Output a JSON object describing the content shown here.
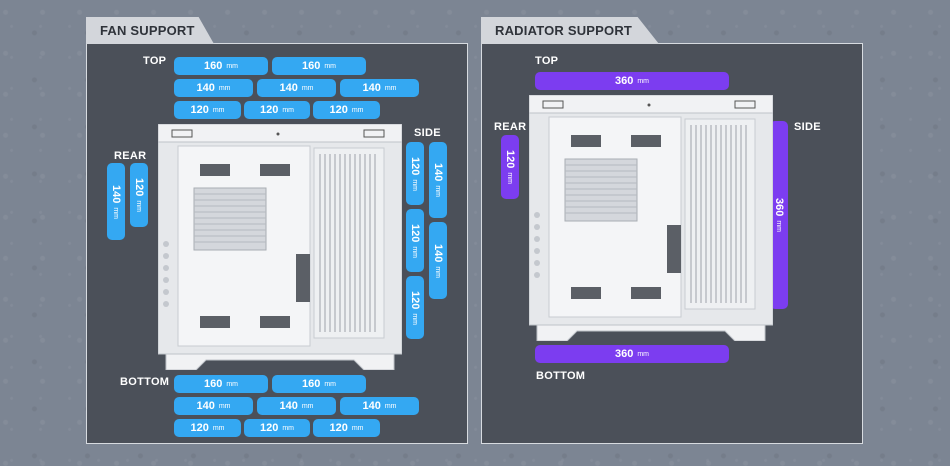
{
  "fan_support": {
    "title": "FAN SUPPORT",
    "labels": {
      "top": "TOP",
      "rear": "REAR",
      "side": "SIDE",
      "bottom": "BOTTOM"
    },
    "top": [
      {
        "size": "160",
        "unit": "mm"
      },
      {
        "size": "160",
        "unit": "mm"
      },
      {
        "size": "140",
        "unit": "mm"
      },
      {
        "size": "140",
        "unit": "mm"
      },
      {
        "size": "140",
        "unit": "mm"
      },
      {
        "size": "120",
        "unit": "mm"
      },
      {
        "size": "120",
        "unit": "mm"
      },
      {
        "size": "120",
        "unit": "mm"
      }
    ],
    "rear": [
      {
        "size": "140",
        "unit": "mm"
      },
      {
        "size": "120",
        "unit": "mm"
      }
    ],
    "side": [
      {
        "size": "120",
        "unit": "mm"
      },
      {
        "size": "140",
        "unit": "mm"
      },
      {
        "size": "120",
        "unit": "mm"
      },
      {
        "size": "140",
        "unit": "mm"
      },
      {
        "size": "120",
        "unit": "mm"
      }
    ],
    "bottom": [
      {
        "size": "160",
        "unit": "mm"
      },
      {
        "size": "160",
        "unit": "mm"
      },
      {
        "size": "140",
        "unit": "mm"
      },
      {
        "size": "140",
        "unit": "mm"
      },
      {
        "size": "140",
        "unit": "mm"
      },
      {
        "size": "120",
        "unit": "mm"
      },
      {
        "size": "120",
        "unit": "mm"
      },
      {
        "size": "120",
        "unit": "mm"
      }
    ]
  },
  "radiator_support": {
    "title": "RADIATOR SUPPORT",
    "labels": {
      "top": "TOP",
      "rear": "REAR",
      "side": "SIDE",
      "bottom": "BOTTOM"
    },
    "top": {
      "size": "360",
      "unit": "mm"
    },
    "rear": {
      "size": "120",
      "unit": "mm"
    },
    "side": {
      "size": "360",
      "unit": "mm"
    },
    "bottom": {
      "size": "360",
      "unit": "mm"
    }
  },
  "colors": {
    "fan_pill": "#34a8f2",
    "radiator_pill": "#7c3df0",
    "panel": "#4b5059",
    "tab": "#d3d6db"
  },
  "case_image": "pc-case-side-view-illustration"
}
